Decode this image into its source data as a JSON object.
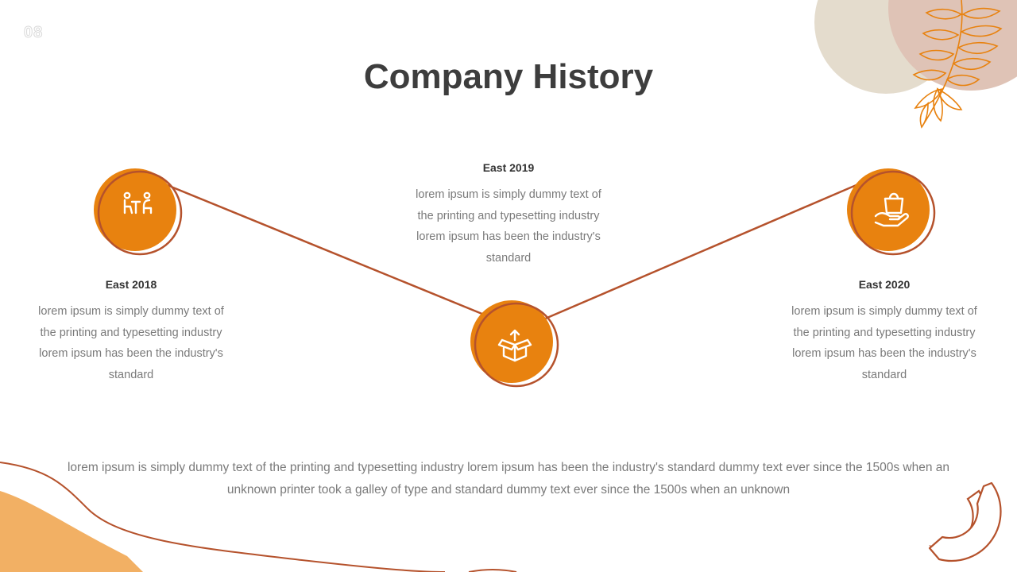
{
  "slide": {
    "number": "08",
    "title": "Company History"
  },
  "colors": {
    "accent": "#e8820f",
    "line": "#b5522c",
    "accent_light": "#f2b064",
    "blob_beige": "#e4dccd",
    "blob_pink": "#dfc3b6"
  },
  "milestones": [
    {
      "title": "East 2018",
      "text": "lorem ipsum is simply dummy text of the printing and typesetting industry lorem ipsum has been the industry's standard",
      "icon": "people-desk-icon"
    },
    {
      "title": "East 2019",
      "text": "lorem ipsum is simply dummy text of the printing and typesetting industry lorem ipsum has been the industry's standard",
      "icon": "open-box-icon"
    },
    {
      "title": "East 2020",
      "text": "lorem ipsum is simply dummy text of the printing and typesetting industry lorem ipsum has been the industry's standard",
      "icon": "hand-shopping-bag-icon"
    }
  ],
  "footer": {
    "text": "lorem ipsum is simply dummy text of the printing and typesetting industry lorem ipsum has been the industry's standard dummy text ever since the 1500s when an unknown printer took a galley of type and standard dummy text ever since the 1500s when an unknown"
  },
  "decorations": [
    "leaf-branch-icon",
    "ring-arc-icon"
  ]
}
